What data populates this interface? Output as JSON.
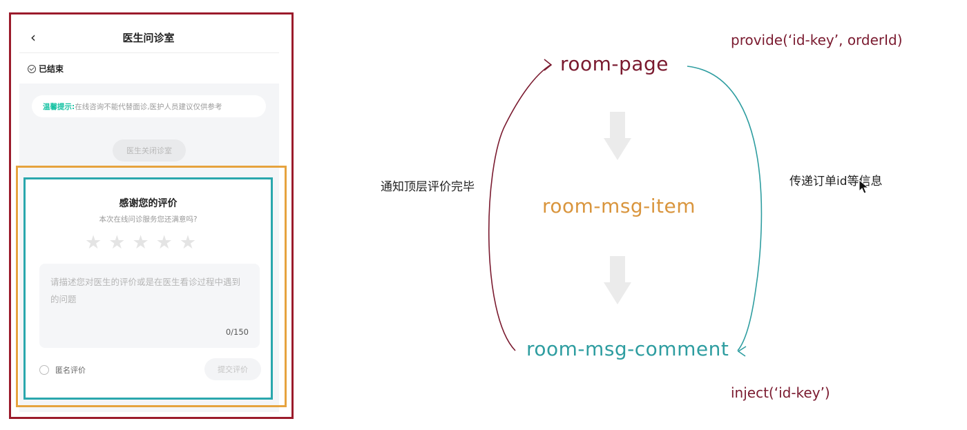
{
  "phone": {
    "header": {
      "title": "医生问诊室",
      "back_icon": "chevron-left-icon"
    },
    "status": {
      "label": "已结束",
      "icon": "check-circle-icon"
    },
    "tip": {
      "key": "温馨提示:",
      "text": "在线咨询不能代替面诊,医护人员建议仅供参考"
    },
    "close_button": "医生关闭诊室",
    "comment_card": {
      "title": "感谢您的评价",
      "subtitle": "本次在线问诊服务您还满意吗?",
      "stars_total": 5,
      "stars_selected": 0,
      "textarea_placeholder": "请描述您对医生的评价或是在医生看诊过程中遇到的问题",
      "counter": "0/150",
      "anonymous_label": "匿名评价",
      "submit_label": "提交评价"
    }
  },
  "diagram": {
    "nodes": {
      "page": "room-page",
      "item": "room-msg-item",
      "comment": "room-msg-comment"
    },
    "code": {
      "provide": "provide(‘id-key’, orderId)",
      "inject": "inject(‘id-key’)"
    },
    "labels": {
      "notify": "通知顶层评价完毕",
      "pass": "传递订单id等信息"
    }
  },
  "colors": {
    "frame_red": "#9b1b2b",
    "frame_orange": "#e6a33e",
    "frame_teal": "#2aa7ad",
    "node_page": "#7a1a2f",
    "node_item": "#d9953d",
    "node_comment": "#2e9da0",
    "tip_accent": "#16c2a3"
  }
}
